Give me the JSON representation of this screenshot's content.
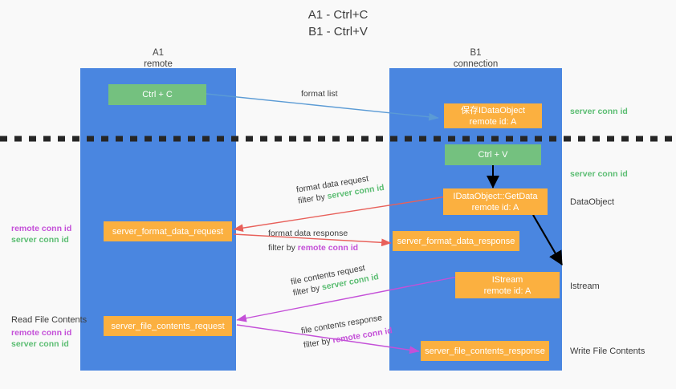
{
  "title": {
    "line1": "A1 - Ctrl+C",
    "line2": "B1 - Ctrl+V"
  },
  "columns": [
    {
      "name": "A1",
      "sub": "remote"
    },
    {
      "name": "B1",
      "sub": "connection"
    }
  ],
  "nodes": {
    "ctrl_c": {
      "label": "Ctrl + C"
    },
    "save_idataobject": {
      "line1": "保存IDataObject",
      "line2": "remote id: A"
    },
    "ctrl_v": {
      "label": "Ctrl + V"
    },
    "getdata": {
      "line1": "IDataObject::GetData",
      "line2": "remote id: A"
    },
    "istream": {
      "line1": "IStream",
      "line2": "remote id: A"
    },
    "server_format_data_request": {
      "label": "server_format_data_request"
    },
    "server_format_data_response": {
      "label": "server_format_data_response"
    },
    "server_file_contents_request": {
      "label": "server_file_contents_request"
    },
    "server_file_contents_response": {
      "label": "server_file_contents_response"
    }
  },
  "edges": {
    "format_list": {
      "label": "format list"
    },
    "format_data_request": {
      "line1": "format data request",
      "filter_prefix": "filter by ",
      "filter_id": "server conn id"
    },
    "format_data_response": {
      "line1": "format data response",
      "filter_prefix": "filter by ",
      "filter_id": "remote conn id"
    },
    "file_contents_request": {
      "line1": "file contents request",
      "filter_prefix": "filter by ",
      "filter_id": "server conn id"
    },
    "file_contents_response": {
      "line1": "file contents response",
      "filter_prefix": "filter by ",
      "filter_id": "remote conn id"
    }
  },
  "annotations": {
    "right_server_conn_id_1": "server conn id",
    "right_server_conn_id_2": "server conn id",
    "right_dataobject": "DataObject",
    "right_istream": "Istream",
    "right_write_file_contents": "Write File Contents",
    "left_remote_conn_id_1": "remote conn id",
    "left_server_conn_id_1": "server conn id",
    "left_read_file_contents": "Read File Contents",
    "left_remote_conn_id_2": "remote conn id",
    "left_server_conn_id_2": "server conn id"
  },
  "colors": {
    "background": "#f9f9f9",
    "column_blue": "#4a86e0",
    "node_green": "#74c17f",
    "node_orange": "#fbb040",
    "arrow_lightblue": "#5b9bd5",
    "arrow_red": "#e8605a",
    "arrow_magenta": "#c450d8",
    "arrow_black": "#000000",
    "text_green": "#5bbd72",
    "text_purple": "#c450d8",
    "text_dark": "#3c3c3c"
  }
}
